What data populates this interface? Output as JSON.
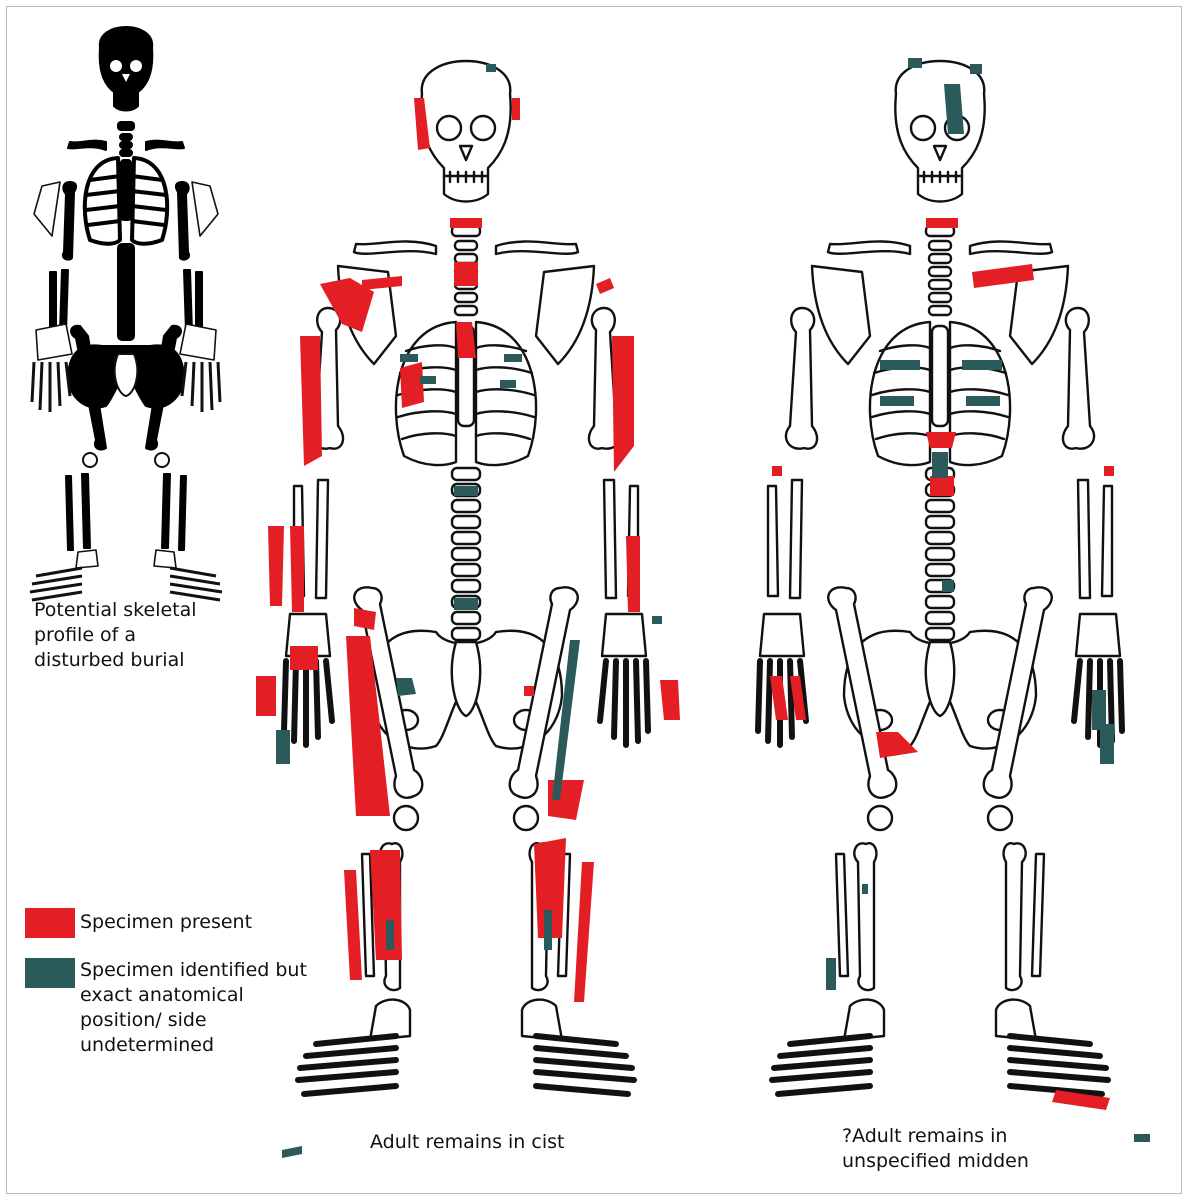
{
  "colors": {
    "present": "#e31e24",
    "identified": "#2a5a5a",
    "outline": "#111111",
    "profile_fill": "#000000"
  },
  "profile": {
    "caption": "Potential skeletal\nprofile of a\ndisturbed burial"
  },
  "legend": {
    "items": [
      {
        "label": "Specimen present",
        "color": "#e31e24"
      },
      {
        "label": "Specimen identified but\nexact anatomical\nposition/ side\nundetermined",
        "color": "#2a5a5a"
      }
    ]
  },
  "skeletons": [
    {
      "caption": "Adult remains in cist"
    },
    {
      "caption": "?Adult remains in\nunspecified midden"
    }
  ]
}
